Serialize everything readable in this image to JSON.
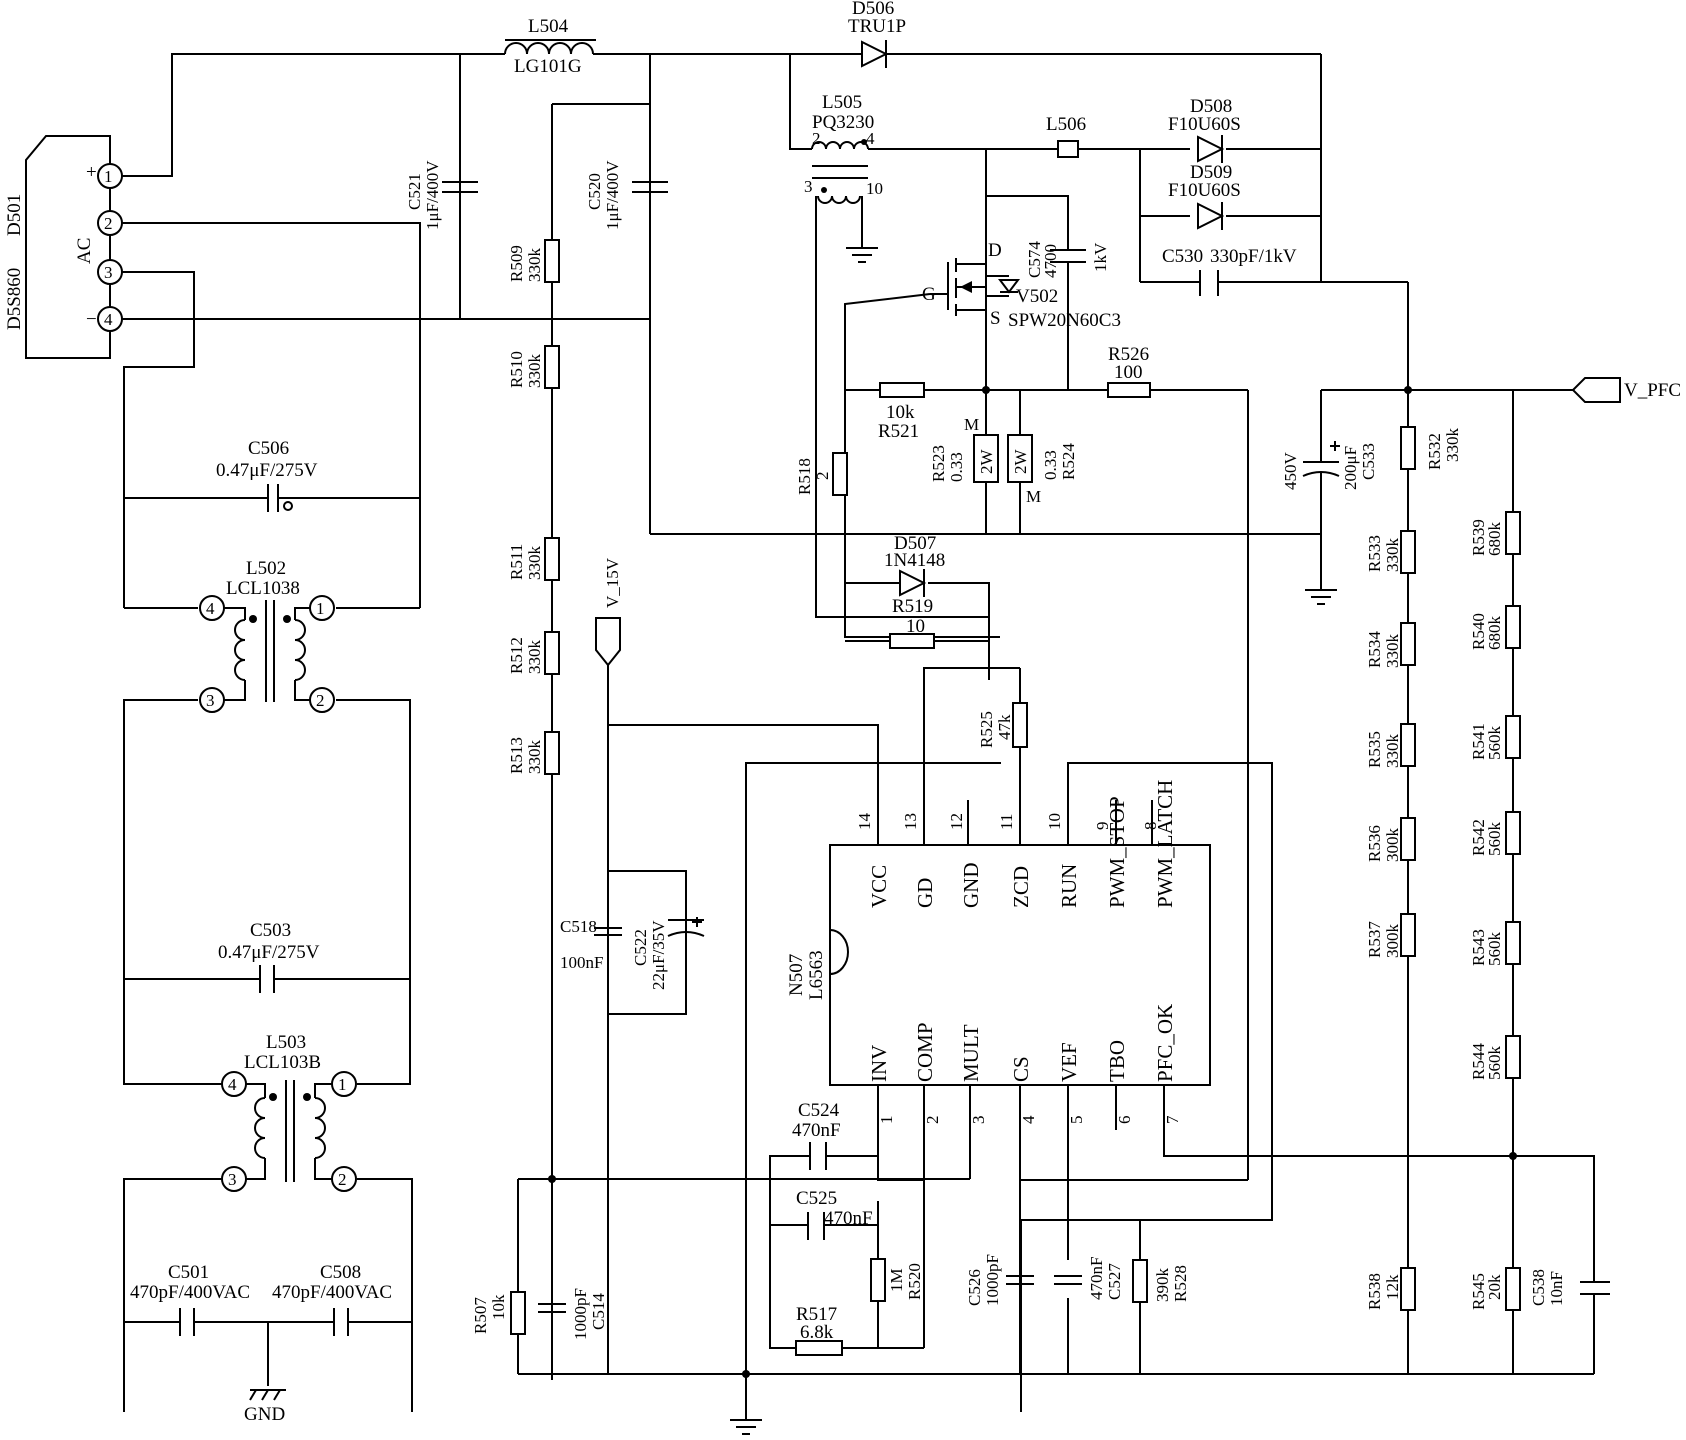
{
  "connector": {
    "ref": "D501",
    "part": "D5S860",
    "label": "AC",
    "plus": "+",
    "minus": "−",
    "pins": [
      "1",
      "2",
      "3",
      "4"
    ]
  },
  "parts": {
    "L504": {
      "ref": "L504",
      "val": "LG101G"
    },
    "D506": {
      "ref": "D506",
      "val": "TRU1P"
    },
    "L505": {
      "ref": "L505",
      "val": "PQ3230",
      "p2": "2",
      "p4": "4",
      "p3": "3",
      "p10": "10"
    },
    "L506": {
      "ref": "L506"
    },
    "D508": {
      "ref": "D508",
      "val": "F10U60S"
    },
    "D509": {
      "ref": "D509",
      "val": "F10U60S"
    },
    "C521": {
      "ref": "C521",
      "val": "1μF/400V"
    },
    "C520": {
      "ref": "C520",
      "val": "1μF/400V"
    },
    "C574": {
      "ref": "C574",
      "val": "4700",
      "v": "1kV"
    },
    "C530": {
      "ref": "C530",
      "val": "330pF/1kV"
    },
    "V502": {
      "ref": "V502",
      "val": "SPW20N60C3",
      "d": "D",
      "g": "G",
      "s": "S"
    },
    "R509": {
      "ref": "R509",
      "val": "330k"
    },
    "R510": {
      "ref": "R510",
      "val": "330k"
    },
    "R511": {
      "ref": "R511",
      "val": "330k"
    },
    "R512": {
      "ref": "R512",
      "val": "330k"
    },
    "R513": {
      "ref": "R513",
      "val": "330k"
    },
    "R521": {
      "ref": "R521",
      "val": "10k"
    },
    "R526": {
      "ref": "R526",
      "val": "100"
    },
    "R523": {
      "ref": "R523",
      "val": "0.33",
      "w": "2W",
      "m": "M"
    },
    "R524": {
      "ref": "R524",
      "val": "0.33",
      "w": "2W",
      "m": "M"
    },
    "R518": {
      "ref": "R518",
      "val": "2"
    },
    "C533": {
      "ref": "C533",
      "val": "200μF",
      "v": "450V"
    },
    "R532": {
      "ref": "R532",
      "val": "330k"
    },
    "R533": {
      "ref": "R533",
      "val": "330k"
    },
    "R534": {
      "ref": "R534",
      "val": "330k"
    },
    "R535": {
      "ref": "R535",
      "val": "330k"
    },
    "R536": {
      "ref": "R536",
      "val": "300k"
    },
    "R537": {
      "ref": "R537",
      "val": "300k"
    },
    "R538": {
      "ref": "R538",
      "val": "12k"
    },
    "R539": {
      "ref": "R539",
      "val": "680k"
    },
    "R540": {
      "ref": "R540",
      "val": "680k"
    },
    "R541": {
      "ref": "R541",
      "val": "560k"
    },
    "R542": {
      "ref": "R542",
      "val": "560k"
    },
    "R543": {
      "ref": "R543",
      "val": "560k"
    },
    "R544": {
      "ref": "R544",
      "val": "560k"
    },
    "R545": {
      "ref": "R545",
      "val": "20k"
    },
    "C538": {
      "ref": "C538",
      "val": "10nF"
    },
    "D507": {
      "ref": "D507",
      "val": "1N4148"
    },
    "R519": {
      "ref": "R519",
      "val": "10"
    },
    "R525": {
      "ref": "R525",
      "val": "47k"
    },
    "C506": {
      "ref": "C506",
      "val": "0.47μF/275V"
    },
    "L502": {
      "ref": "L502",
      "val": "LCL1038"
    },
    "C503": {
      "ref": "C503",
      "val": "0.47μF/275V"
    },
    "L503": {
      "ref": "L503",
      "val": "LCL103B"
    },
    "C501": {
      "ref": "C501",
      "val": "470pF/400VAC"
    },
    "C508": {
      "ref": "C508",
      "val": "470pF/400VAC"
    },
    "C518": {
      "ref": "C518",
      "val": "100nF"
    },
    "C522": {
      "ref": "C522",
      "val": "22μF/35V"
    },
    "C524": {
      "ref": "C524",
      "val": "470nF"
    },
    "C525": {
      "ref": "C525",
      "val": "470nF"
    },
    "R520": {
      "ref": "R520",
      "val": "1M"
    },
    "R517": {
      "ref": "R517",
      "val": "6.8k"
    },
    "R507": {
      "ref": "R507",
      "val": "10k"
    },
    "C514": {
      "ref": "C514",
      "val": "1000pF"
    },
    "C526": {
      "ref": "C526",
      "val": "1000pF"
    },
    "C527": {
      "ref": "C527",
      "val": "470nF"
    },
    "R528": {
      "ref": "R528",
      "val": "390k"
    }
  },
  "nets": {
    "vpfc": "V_PFC",
    "v15": "V_15V",
    "gnd": "GND"
  },
  "coil_pins": {
    "p1": "1",
    "p2": "2",
    "p3": "3",
    "p4": "4"
  },
  "ic": {
    "ref": "N507",
    "part": "L6563",
    "top_pins": [
      {
        "num": "14",
        "name": "VCC"
      },
      {
        "num": "13",
        "name": "GD"
      },
      {
        "num": "12",
        "name": "GND"
      },
      {
        "num": "11",
        "name": "ZCD"
      },
      {
        "num": "10",
        "name": "RUN"
      },
      {
        "num": "9",
        "name": "PWM_STOP"
      },
      {
        "num": "8",
        "name": "PWM_LATCH"
      }
    ],
    "bottom_pins": [
      {
        "num": "1",
        "name": "INV"
      },
      {
        "num": "2",
        "name": "COMP"
      },
      {
        "num": "3",
        "name": "MULT"
      },
      {
        "num": "4",
        "name": "CS"
      },
      {
        "num": "5",
        "name": "VEF"
      },
      {
        "num": "6",
        "name": "TBO"
      },
      {
        "num": "7",
        "name": "PFC_OK"
      }
    ]
  }
}
